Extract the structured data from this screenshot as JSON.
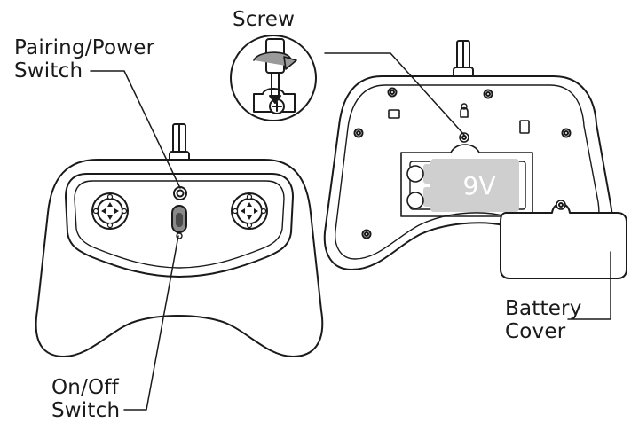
{
  "labels": {
    "screw": "Screw",
    "pairing_line1": "Pairing/Power",
    "pairing_line2": "Switch",
    "onoff_line1": "On/Off",
    "onoff_line2": "Switch",
    "battery_line1": "Battery",
    "battery_line2": "Cover"
  },
  "battery_marking": "9V",
  "icons": [
    "screwdriver-icon",
    "screw-icon",
    "directional-pad-icon",
    "button-pad-icon",
    "antenna-cable-icon"
  ],
  "colors": {
    "line": "#1a1a1a",
    "battery_fill": "#cfcfcf",
    "battery_text": "#ffffff",
    "switch_fill": "#8a8a8a"
  }
}
